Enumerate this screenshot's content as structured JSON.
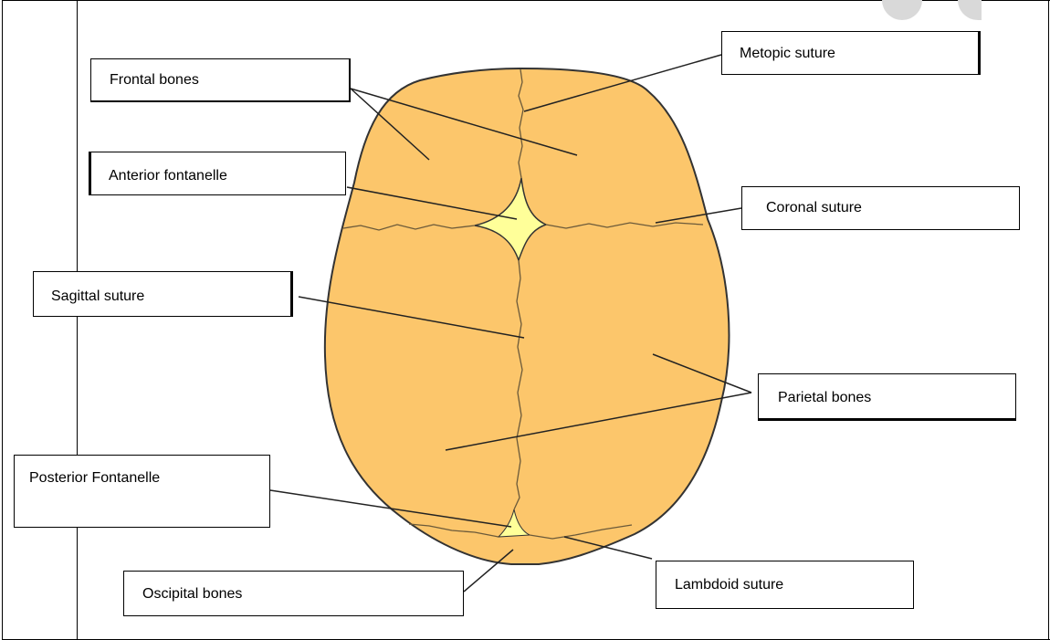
{
  "diagram": {
    "labels": {
      "frontal_bones": "Frontal bones",
      "metopic_suture": "Metopic suture",
      "anterior_fontanelle": "Anterior fontanelle",
      "coronal_suture": "Coronal suture",
      "sagittal_suture": "Sagittal suture",
      "parietal_bones": "Parietal bones",
      "posterior_fontanelle": "Posterior Fontanelle",
      "occipital_bones": "Oscipital bones",
      "lambdoid_suture": "Lambdoid suture"
    },
    "colors": {
      "bone": "#FCC66B",
      "fontanelle": "#FFFF99",
      "outline": "#333333",
      "suture": "#6b5a3a",
      "pointer": "#222222"
    }
  }
}
